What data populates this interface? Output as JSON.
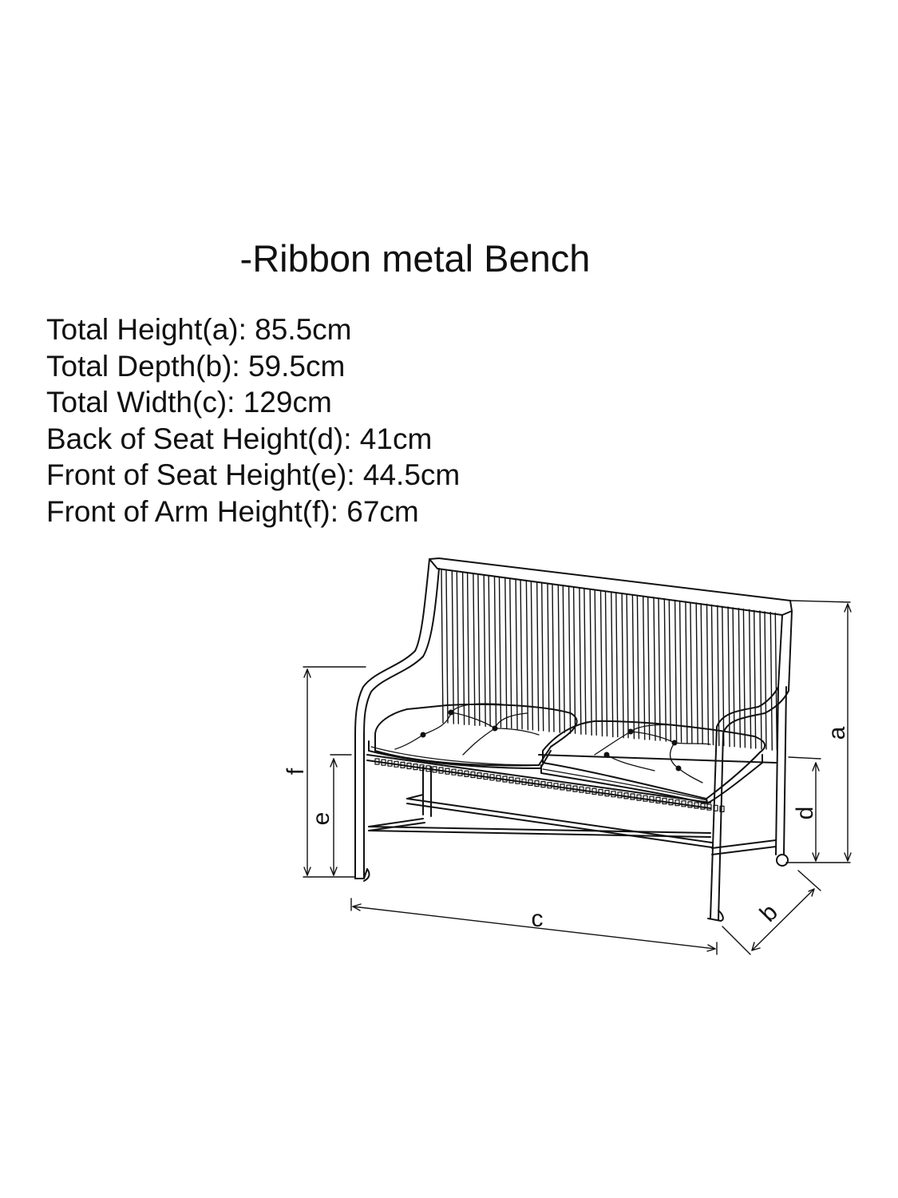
{
  "title": "-Ribbon metal Bench",
  "specs": [
    {
      "label": "Total Height(a): 85.5cm"
    },
    {
      "label": "Total Depth(b): 59.5cm"
    },
    {
      "label": "Total Width(c): 129cm"
    },
    {
      "label": "Back of Seat Height(d): 41cm"
    },
    {
      "label": "Front of Seat Height(e): 44.5cm"
    },
    {
      "label": "Front of Arm Height(f): 67cm"
    }
  ],
  "dimension_labels": {
    "a": "a",
    "b": "b",
    "c": "c",
    "d": "d",
    "e": "e",
    "f": "f"
  },
  "colors": {
    "ink": "#111111",
    "background": "#ffffff"
  }
}
